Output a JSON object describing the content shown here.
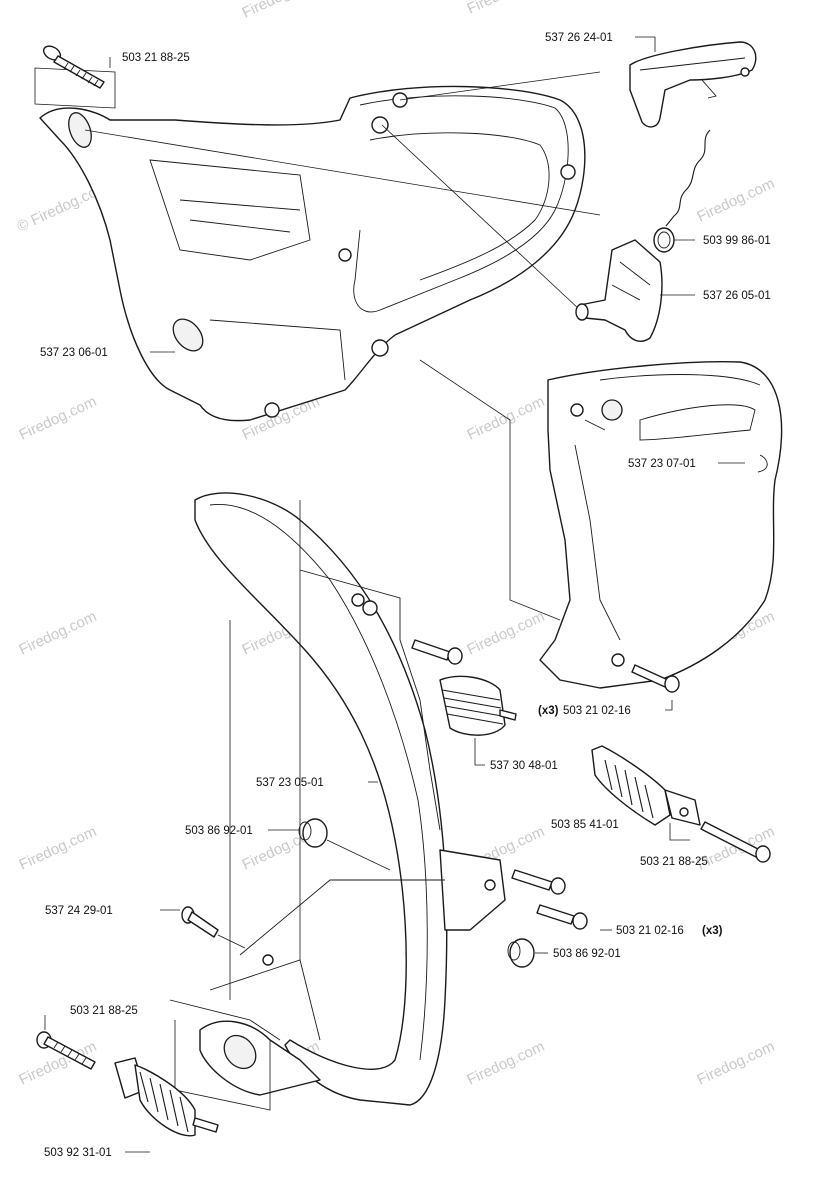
{
  "watermark": {
    "site_text": "Firedog.com",
    "copyright_text": "© Firedog.com"
  },
  "labels": {
    "p_503218825_top": "503 21 88-25",
    "p_537262401": "537 26 24-01",
    "p_503998601": "503 99 86-01",
    "p_537260501": "537 26 05-01",
    "p_537230601": "537 23 06-01",
    "p_537230701": "537 23 07-01",
    "p_503210216_right_qty": "(x3)",
    "p_503210216_right": "503 21 02-16",
    "p_537304801": "537 30 48-01",
    "p_537230501": "537 23 05-01",
    "p_503854101": "503 85 41-01",
    "p_503869201_left": "503 86 92-01",
    "p_503218825_mid": "503 21 88-25",
    "p_537242901": "537 24 29-01",
    "p_503210216_low": "503 21 02-16",
    "p_503210216_low_qty": "(x3)",
    "p_503869201_low": "503 86 92-01",
    "p_503218825_bottom": "503 21 88-25",
    "p_503923101": "503 92 31-01"
  }
}
